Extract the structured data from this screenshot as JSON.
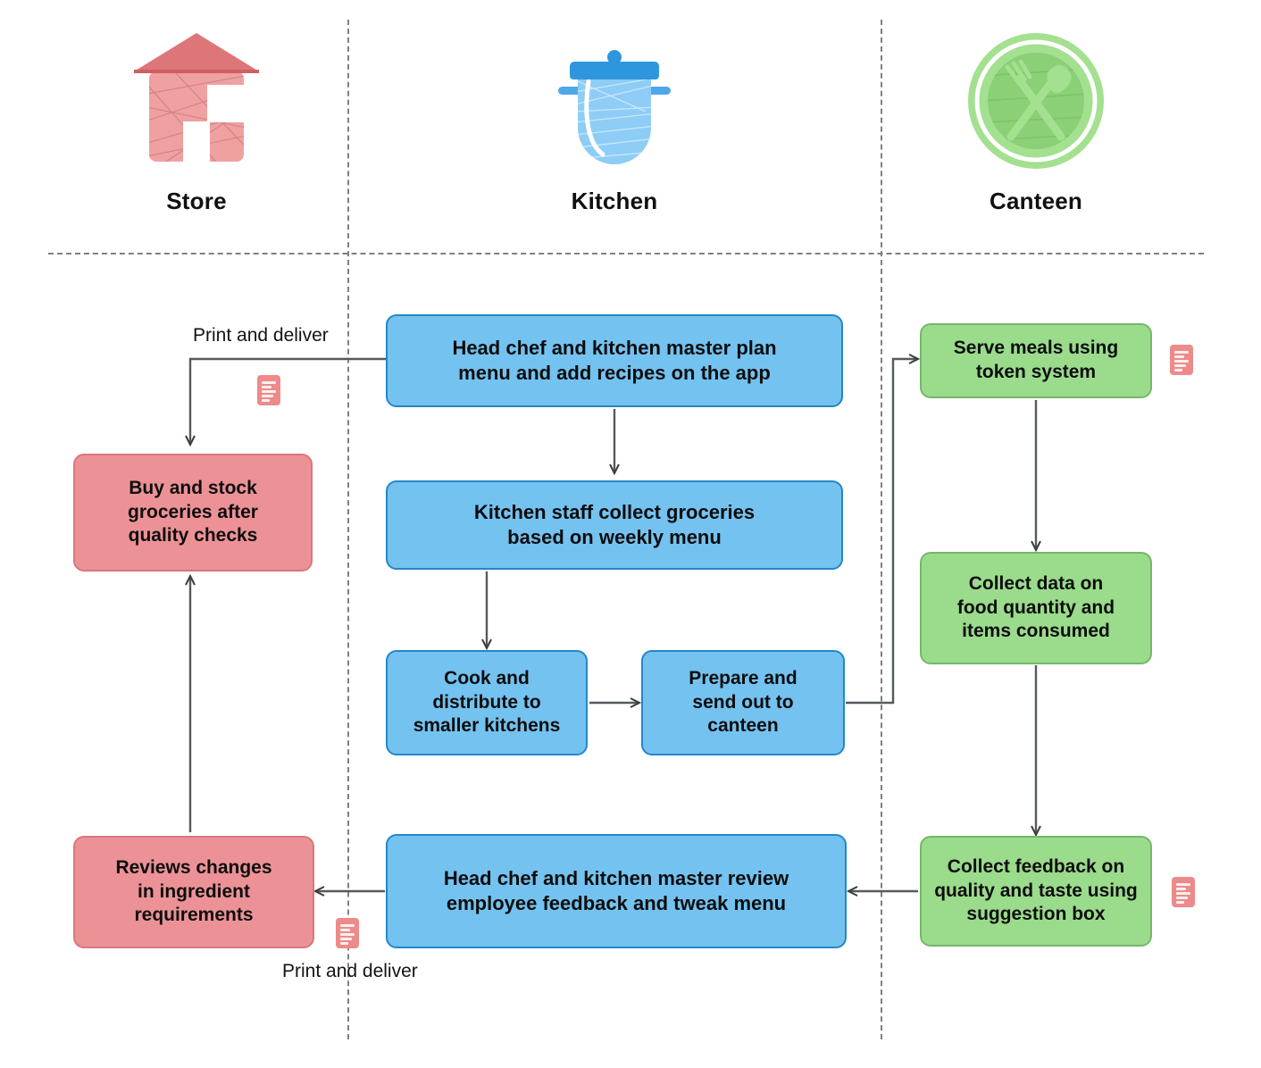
{
  "diagram": {
    "title": "Canteen food service process flow",
    "colors": {
      "blue_fill": "#74c2f0",
      "blue_stroke": "#2387c7",
      "pink_fill": "#ec9296",
      "pink_stroke": "#d9777c",
      "green_fill": "#9adb8c",
      "green_stroke": "#74b869",
      "doc_badge": "#ed8a8a",
      "divider": "#808080",
      "arrow": "#3c3c3c",
      "text": "#0d0d0d"
    }
  },
  "lanes": [
    {
      "id": "store",
      "label": "Store",
      "icon": "store-house-icon"
    },
    {
      "id": "kitchen",
      "label": "Kitchen",
      "icon": "cooking-pot-icon"
    },
    {
      "id": "canteen",
      "label": "Canteen",
      "icon": "plate-fork-spoon-icon"
    }
  ],
  "nodes": [
    {
      "id": "plan-menu",
      "lane": "kitchen",
      "color": "blue",
      "text": "Head chef and kitchen master plan\nmenu and add recipes on the app"
    },
    {
      "id": "buy-stock",
      "lane": "store",
      "color": "pink",
      "text": "Buy and stock\ngroceries after\nquality checks"
    },
    {
      "id": "serve-meals",
      "lane": "canteen",
      "color": "green",
      "text": "Serve meals using\ntoken system"
    },
    {
      "id": "collect-groceries",
      "lane": "kitchen",
      "color": "blue",
      "text": "Kitchen staff collect groceries\nbased on weekly menu"
    },
    {
      "id": "collect-data",
      "lane": "canteen",
      "color": "green",
      "text": "Collect data on\nfood quantity and\nitems consumed"
    },
    {
      "id": "cook-distribute",
      "lane": "kitchen",
      "color": "blue",
      "text": "Cook and\ndistribute to\nsmaller kitchens"
    },
    {
      "id": "prepare-send",
      "lane": "kitchen",
      "color": "blue",
      "text": "Prepare and\nsend out to\ncanteen"
    },
    {
      "id": "review-feedback",
      "lane": "kitchen",
      "color": "blue",
      "text": "Head chef and kitchen master review\nemployee feedback and tweak menu"
    },
    {
      "id": "collect-feedback",
      "lane": "canteen",
      "color": "green",
      "text": "Collect feedback on\nquality and taste using\nsuggestion box"
    },
    {
      "id": "reviews-changes",
      "lane": "store",
      "color": "pink",
      "text": "Reviews changes\nin ingredient\nrequirements"
    }
  ],
  "edge_labels": [
    {
      "id": "label-top",
      "text": "Print and deliver"
    },
    {
      "id": "label-bottom",
      "text": "Print and deliver"
    }
  ],
  "doc_badges": [
    {
      "id": "doc-plan-menu",
      "near": "plan-menu"
    },
    {
      "id": "doc-serve-meals",
      "near": "serve-meals"
    },
    {
      "id": "doc-collect-feedback",
      "near": "collect-feedback"
    },
    {
      "id": "doc-reviews-changes",
      "near": "reviews-changes"
    }
  ],
  "edges": [
    {
      "from": "plan-menu",
      "to": "buy-stock",
      "label": "Print and deliver"
    },
    {
      "from": "plan-menu",
      "to": "collect-groceries",
      "label": ""
    },
    {
      "from": "collect-groceries",
      "to": "cook-distribute",
      "label": ""
    },
    {
      "from": "cook-distribute",
      "to": "prepare-send",
      "label": ""
    },
    {
      "from": "prepare-send",
      "to": "serve-meals",
      "label": ""
    },
    {
      "from": "serve-meals",
      "to": "collect-data",
      "label": ""
    },
    {
      "from": "collect-data",
      "to": "collect-feedback",
      "label": ""
    },
    {
      "from": "collect-feedback",
      "to": "review-feedback",
      "label": ""
    },
    {
      "from": "review-feedback",
      "to": "reviews-changes",
      "label": "Print and deliver"
    },
    {
      "from": "reviews-changes",
      "to": "buy-stock",
      "label": ""
    }
  ]
}
